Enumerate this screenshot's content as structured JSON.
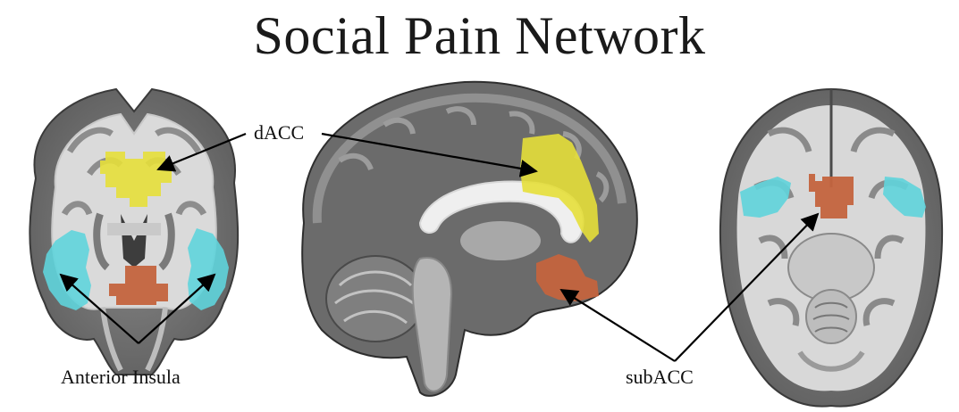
{
  "title": "Social Pain Network",
  "labels": {
    "dacc": "dACC",
    "anterior_insula": "Anterior Insula",
    "subacc": "subACC"
  },
  "colors": {
    "dacc_region": "#e6df3a",
    "insula_region": "#5fd4dc",
    "subacc_region": "#c4643e",
    "background": "#ffffff"
  }
}
